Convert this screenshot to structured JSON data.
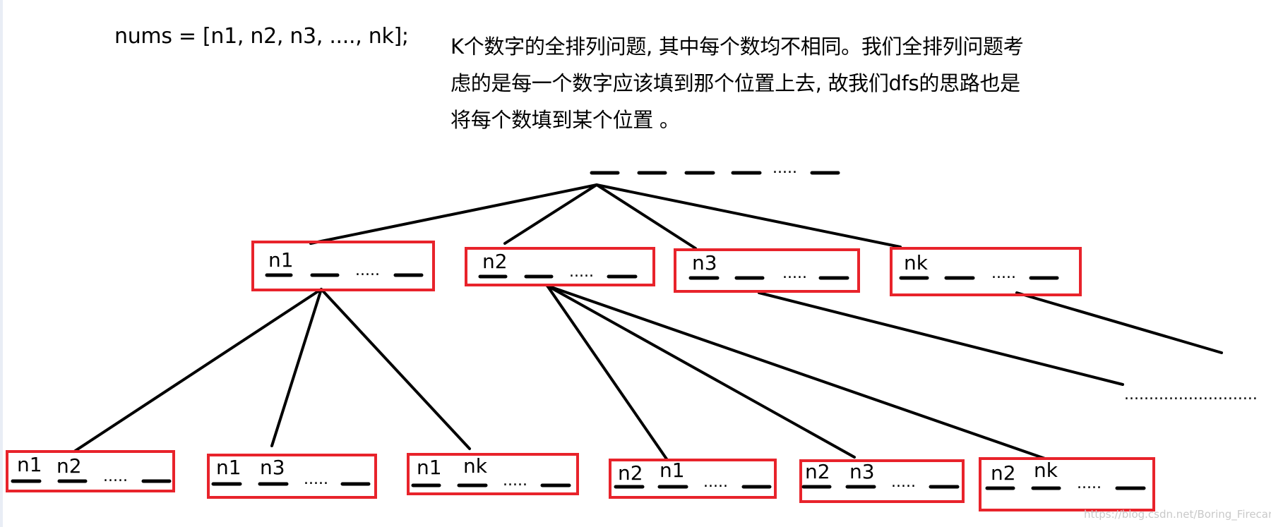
{
  "header": {
    "nums_text": "nums = [n1, n2, n3, ...., nk];",
    "description_lines": [
      "K个数字的全排列问题, 其中每个数均不相同。我们全排列问题考",
      "虑的是每一个数字应该填到那个位置上去, 故我们dfs的思路也是",
      "将每个数填到某个位置 。"
    ]
  },
  "diagram": {
    "root": {
      "dots": "....."
    },
    "level1": [
      {
        "first": "n1",
        "dots": "....."
      },
      {
        "first": "n2",
        "dots": "....."
      },
      {
        "first": "n3",
        "dots": "....."
      },
      {
        "first": "nk",
        "dots": "....."
      }
    ],
    "level2": [
      {
        "first": "n1",
        "second": "n2",
        "dots": "....."
      },
      {
        "first": "n1",
        "second": "n3",
        "dots": "....."
      },
      {
        "first": "n1",
        "second": "nk",
        "dots": "....."
      },
      {
        "first": "n2",
        "second": "n1",
        "dots": "....."
      },
      {
        "first": "n2",
        "second": "n3",
        "dots": "....."
      },
      {
        "first": "n2",
        "second": "nk",
        "dots": "....."
      }
    ],
    "continuation": "...........................",
    "box_color": "#e8232b"
  },
  "watermark": "https://blog.csdn.net/Boring_Firecar"
}
